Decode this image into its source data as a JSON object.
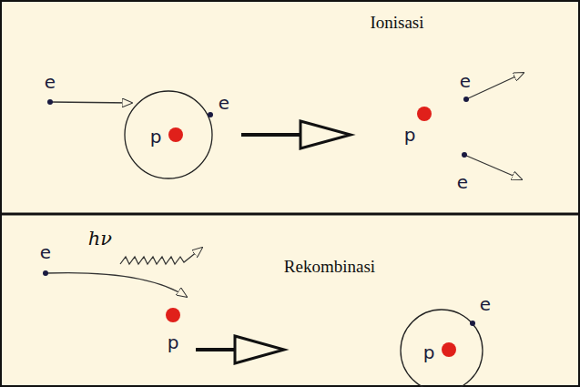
{
  "diagram": {
    "labels": [
      "Ionisasi",
      "e",
      "p",
      "e",
      "e",
      "p",
      "e",
      "hν",
      "Rekombinasi",
      "e",
      "p",
      "p",
      "e"
    ]
  }
}
